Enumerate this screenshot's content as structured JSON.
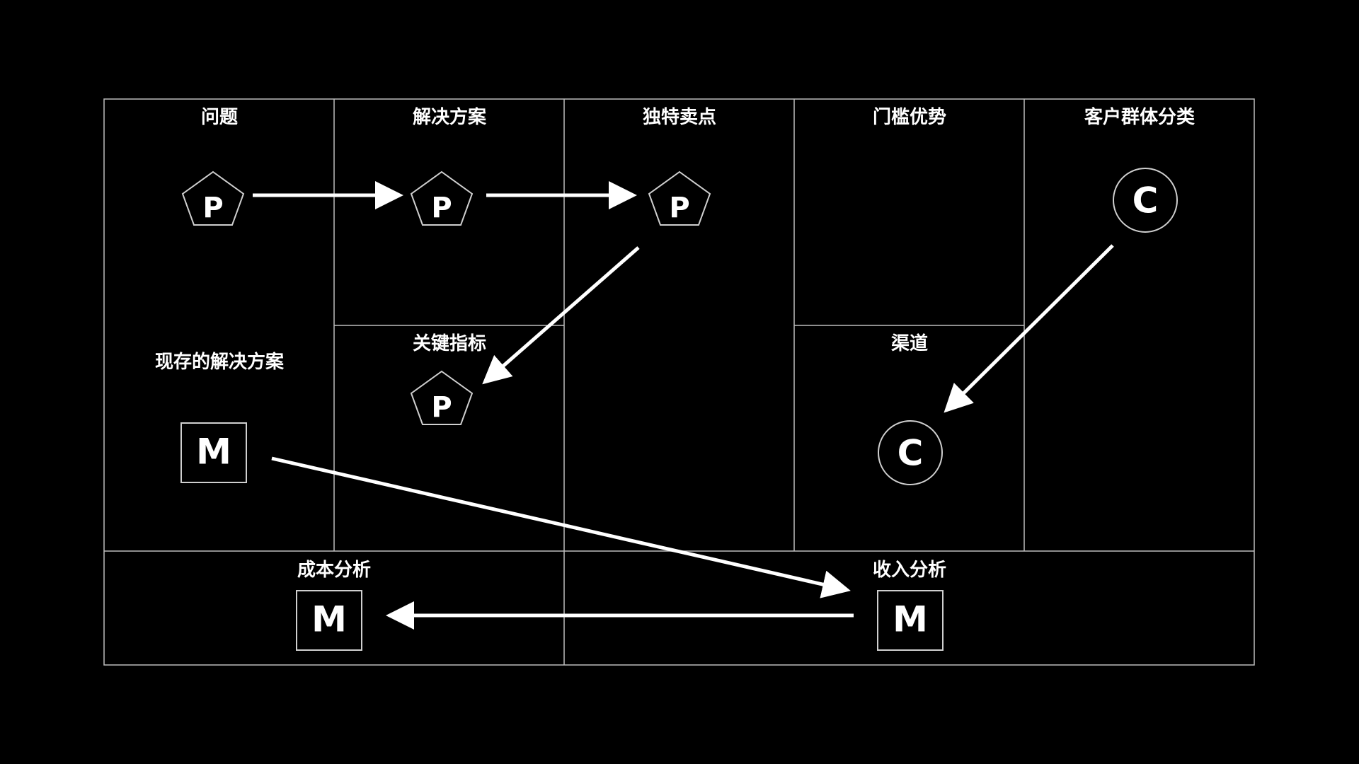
{
  "colors": {
    "background": "#000000",
    "grid_line": "#bdbdbd",
    "node_outline": "#cfcfcf",
    "text": "#ffffff",
    "arrow": "#ffffff"
  },
  "cells": {
    "problem": "问题",
    "existing_alternatives": "现存的解决方案",
    "solution": "解决方案",
    "key_metrics": "关键指标",
    "unique_value_proposition": "独特卖点",
    "unfair_advantage": "门槛优势",
    "channels": "渠道",
    "customer_segments": "客户群体分类",
    "cost_structure": "成本分析",
    "revenue_streams": "收入分析"
  },
  "nodes": {
    "problem": {
      "letter": "P",
      "shape": "pentagon"
    },
    "solution": {
      "letter": "P",
      "shape": "pentagon"
    },
    "unique_value_proposition": {
      "letter": "P",
      "shape": "pentagon"
    },
    "key_metrics": {
      "letter": "P",
      "shape": "pentagon"
    },
    "customer_segments": {
      "letter": "C",
      "shape": "circle"
    },
    "channels": {
      "letter": "C",
      "shape": "circle"
    },
    "existing_alternatives": {
      "letter": "M",
      "shape": "square"
    },
    "cost_structure": {
      "letter": "M",
      "shape": "square"
    },
    "revenue_streams": {
      "letter": "M",
      "shape": "square"
    }
  },
  "flow": [
    {
      "from": "problem",
      "to": "solution"
    },
    {
      "from": "solution",
      "to": "unique_value_proposition"
    },
    {
      "from": "unique_value_proposition",
      "to": "key_metrics"
    },
    {
      "from": "customer_segments",
      "to": "channels"
    },
    {
      "from": "existing_alternatives",
      "to": "revenue_streams"
    },
    {
      "from": "revenue_streams",
      "to": "cost_structure"
    }
  ]
}
